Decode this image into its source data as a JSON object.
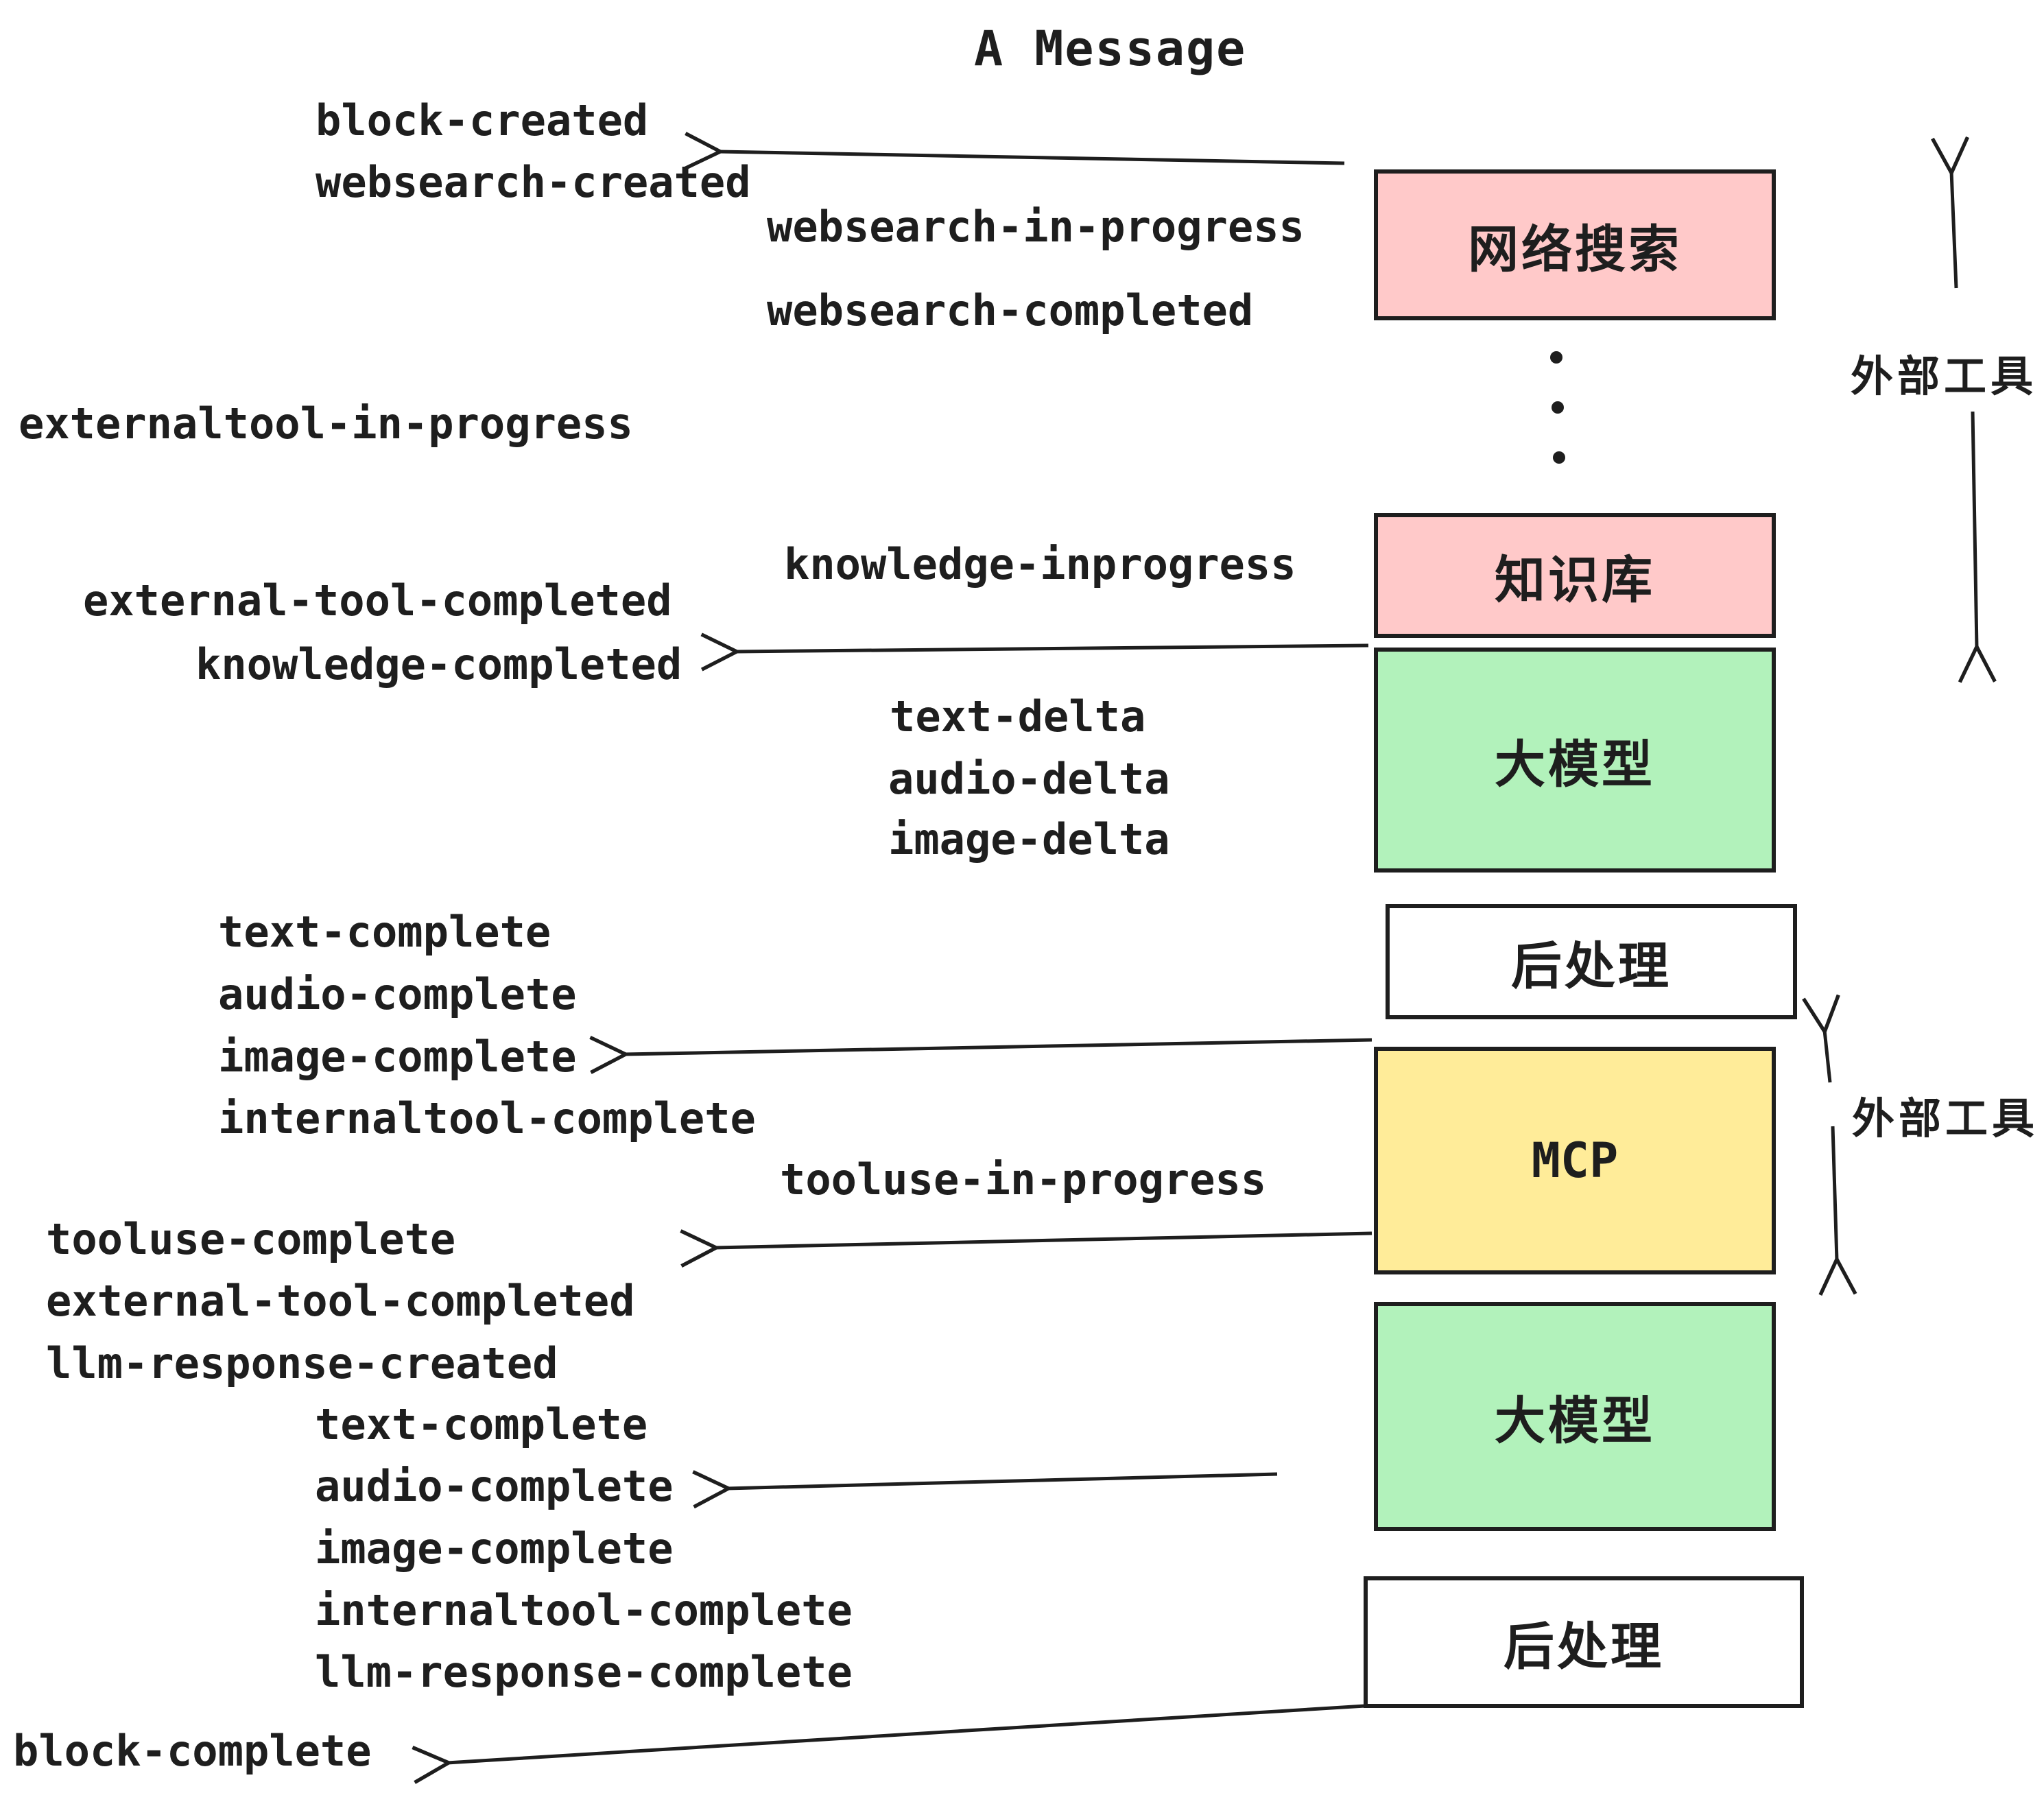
{
  "title": "A Message",
  "colors": {
    "pink": "#ffc9c9",
    "green": "#b2f2bb",
    "yellow": "#ffec99",
    "white": "#ffffff",
    "stroke": "#1e1e1e"
  },
  "boxes": {
    "websearch": "网络搜索",
    "knowledge": "知识库",
    "llm1": "大模型",
    "post1": "后处理",
    "mcp": "MCP",
    "llm2": "大模型",
    "post2": "后处理"
  },
  "side_labels": {
    "external_tools_top": "外部工具",
    "external_tools_bottom": "外部工具"
  },
  "events": {
    "block_created": "block-created",
    "websearch_created": "websearch-created",
    "websearch_in_progress": "websearch-in-progress",
    "websearch_completed": "websearch-completed",
    "externaltool_in_progress": "externaltool-in-progress",
    "knowledge_inprogress": "knowledge-inprogress",
    "external_tool_completed_1": "external-tool-completed",
    "knowledge_completed": "knowledge-completed",
    "text_delta_1": "text-delta",
    "audio_delta_1": "audio-delta",
    "image_delta_1": "image-delta",
    "text_complete_1": "text-complete",
    "audio_complete_1": "audio-complete",
    "image_complete_1": "image-complete",
    "internaltool_complete_1": "internaltool-complete",
    "tooluse_in_progress": "tooluse-in-progress",
    "tooluse_complete": "tooluse-complete",
    "external_tool_completed_2": "external-tool-completed",
    "llm_response_created": "llm-response-created",
    "text_complete_2": "text-complete",
    "audio_complete_2": "audio-complete",
    "image_complete_2": "image-complete",
    "internaltool_complete_2": "internaltool-complete",
    "llm_response_complete": "llm-response-complete",
    "block_complete": "block-complete"
  }
}
